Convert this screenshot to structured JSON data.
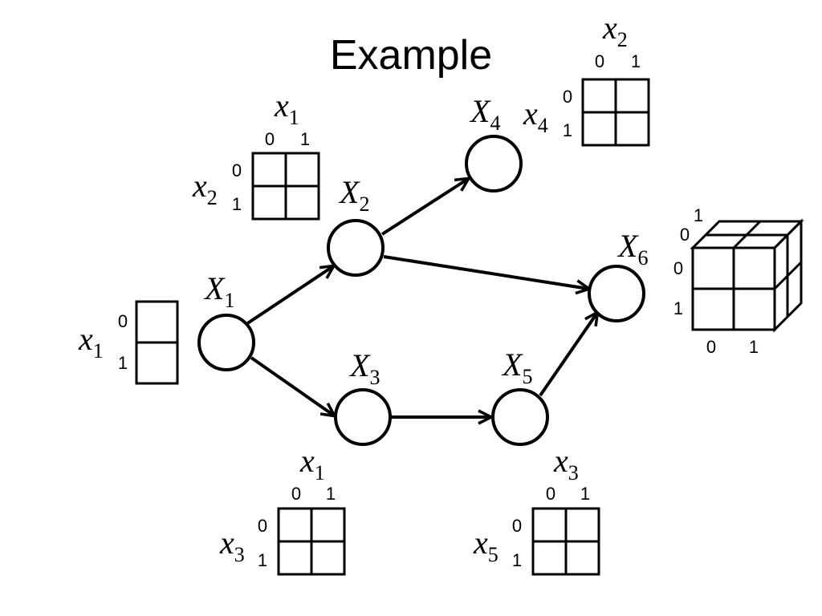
{
  "title": "Example",
  "nodes": [
    {
      "id": "X1",
      "base": "X",
      "sub": "1"
    },
    {
      "id": "X2",
      "base": "X",
      "sub": "2"
    },
    {
      "id": "X3",
      "base": "X",
      "sub": "3"
    },
    {
      "id": "X4",
      "base": "X",
      "sub": "4"
    },
    {
      "id": "X5",
      "base": "X",
      "sub": "5"
    },
    {
      "id": "X6",
      "base": "X",
      "sub": "6"
    }
  ],
  "edges": [
    {
      "from": "X1",
      "to": "X2"
    },
    {
      "from": "X1",
      "to": "X3"
    },
    {
      "from": "X2",
      "to": "X4"
    },
    {
      "from": "X2",
      "to": "X6"
    },
    {
      "from": "X3",
      "to": "X5"
    },
    {
      "from": "X5",
      "to": "X6"
    }
  ],
  "tables": {
    "x1": {
      "row_var": {
        "base": "x",
        "sub": "1"
      },
      "row_ticks": [
        "0",
        "1"
      ]
    },
    "x2": {
      "row_var": {
        "base": "x",
        "sub": "2"
      },
      "row_ticks": [
        "0",
        "1"
      ],
      "col_var": {
        "base": "x",
        "sub": "1"
      },
      "col_ticks": [
        "0",
        "1"
      ]
    },
    "x3": {
      "row_var": {
        "base": "x",
        "sub": "3"
      },
      "row_ticks": [
        "0",
        "1"
      ],
      "col_var": {
        "base": "x",
        "sub": "1"
      },
      "col_ticks": [
        "0",
        "1"
      ]
    },
    "x4": {
      "row_var": {
        "base": "x",
        "sub": "4"
      },
      "row_ticks": [
        "0",
        "1"
      ],
      "col_var": {
        "base": "x",
        "sub": "2"
      },
      "col_ticks": [
        "0",
        "1"
      ]
    },
    "x5": {
      "row_var": {
        "base": "x",
        "sub": "5"
      },
      "row_ticks": [
        "0",
        "1"
      ],
      "col_var": {
        "base": "x",
        "sub": "3"
      },
      "col_ticks": [
        "0",
        "1"
      ]
    },
    "x6": {
      "row_ticks": [
        "0",
        "1"
      ],
      "col_ticks": [
        "0",
        "1"
      ],
      "depth_ticks": [
        "0",
        "1"
      ]
    }
  }
}
